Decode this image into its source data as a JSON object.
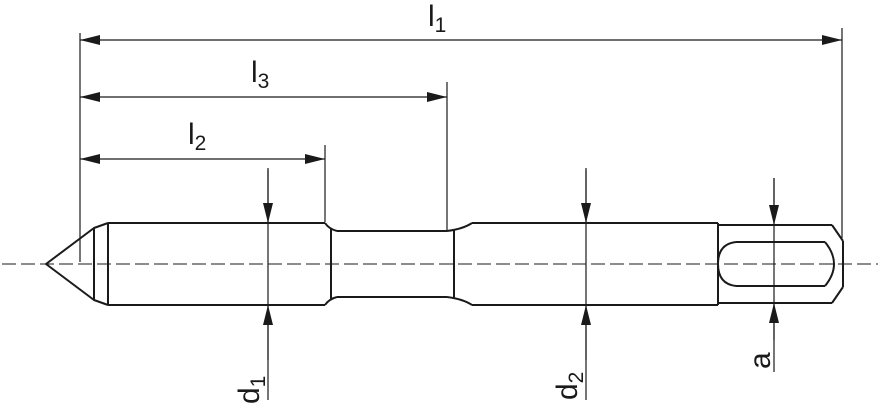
{
  "dimensions": {
    "l1": {
      "letter": "l",
      "sub": "1"
    },
    "l3": {
      "letter": "l",
      "sub": "3"
    },
    "l2": {
      "letter": "l",
      "sub": "2"
    },
    "d1": {
      "letter": "d",
      "sub": "1"
    },
    "d2": {
      "letter": "d",
      "sub": "2"
    },
    "a": {
      "letter": "a"
    }
  }
}
